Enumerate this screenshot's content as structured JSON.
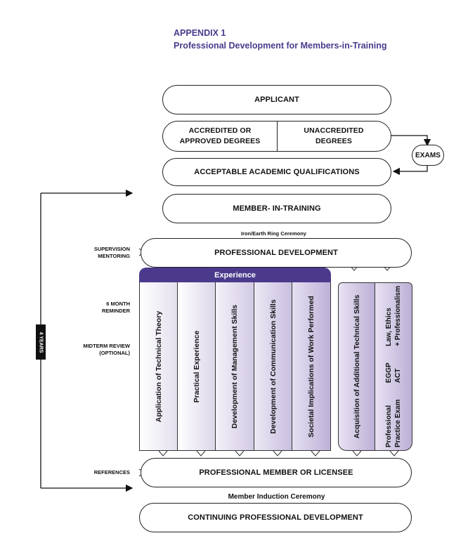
{
  "header": {
    "line1": "APPENDIX 1",
    "line2": "Professional Development for Members-in-Training"
  },
  "flow": {
    "applicant": "APPLICANT",
    "accredited": "ACCREDITED OR\nAPPROVED DEGREES",
    "unaccredited": "UNACCREDITED\nDEGREES",
    "exams": "EXAMS",
    "qualifications": "ACCEPTABLE ACADEMIC QUALIFICATIONS",
    "member_in_training": "MEMBER- IN-TRAINING",
    "ring_ceremony": "Iron/Earth Ring Ceremony",
    "professional_development": "PROFESSIONAL DEVELOPMENT",
    "experience": "Experience",
    "professional_member": "PROFESSIONAL MEMBER OR LICENSEE",
    "induction_ceremony": "Member Induction Ceremony",
    "continuing": "CONTINUING PROFESSIONAL DEVELOPMENT"
  },
  "side_labels": {
    "supervision": "SUPERVISION\nMENTORING",
    "six_month": "6 MONTH\nREMINDER",
    "midterm": "MIDTERM REVIEW\n(OPTIONAL)",
    "references": "REFERENCES",
    "years": "4 YEARS"
  },
  "experience_columns": [
    "Application of Technical Theory",
    "Practical Experience",
    "Development of Management Skills",
    "Development of Communication Skills",
    "Societal Implications of Work Performed"
  ],
  "additional_columns": {
    "technical": "Acquisition of Additional Technical Skills",
    "exam_lines": [
      "Professional\nPractice Exam",
      "EGGP\nACT",
      "Law, Ethics\n+ Professionalism"
    ]
  },
  "colors": {
    "title": "#4b3a8c",
    "experience_header": "#4b3a8c",
    "column_light": "#f1eef7",
    "column_dark": "#c9bfdf"
  }
}
